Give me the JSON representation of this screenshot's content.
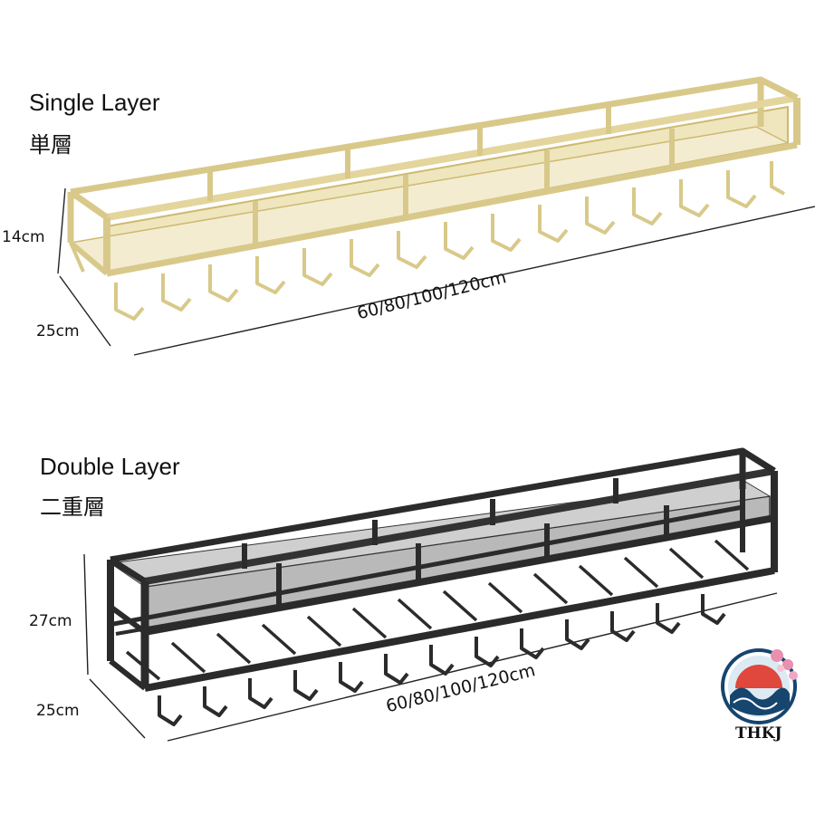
{
  "single": {
    "title": "Single Layer",
    "title_cn": "単層",
    "height": "14cm",
    "depth": "25cm",
    "length": "60/80/100/120cm",
    "finish_color": "#d8c98a"
  },
  "double": {
    "title": "Double Layer",
    "title_cn": "二重層",
    "height": "27cm",
    "depth": "25cm",
    "length": "60/80/100/120cm",
    "finish_color": "#2b2b2b"
  },
  "logo": {
    "text": "THKJ",
    "icon": "wave-sun-blossom-icon"
  }
}
